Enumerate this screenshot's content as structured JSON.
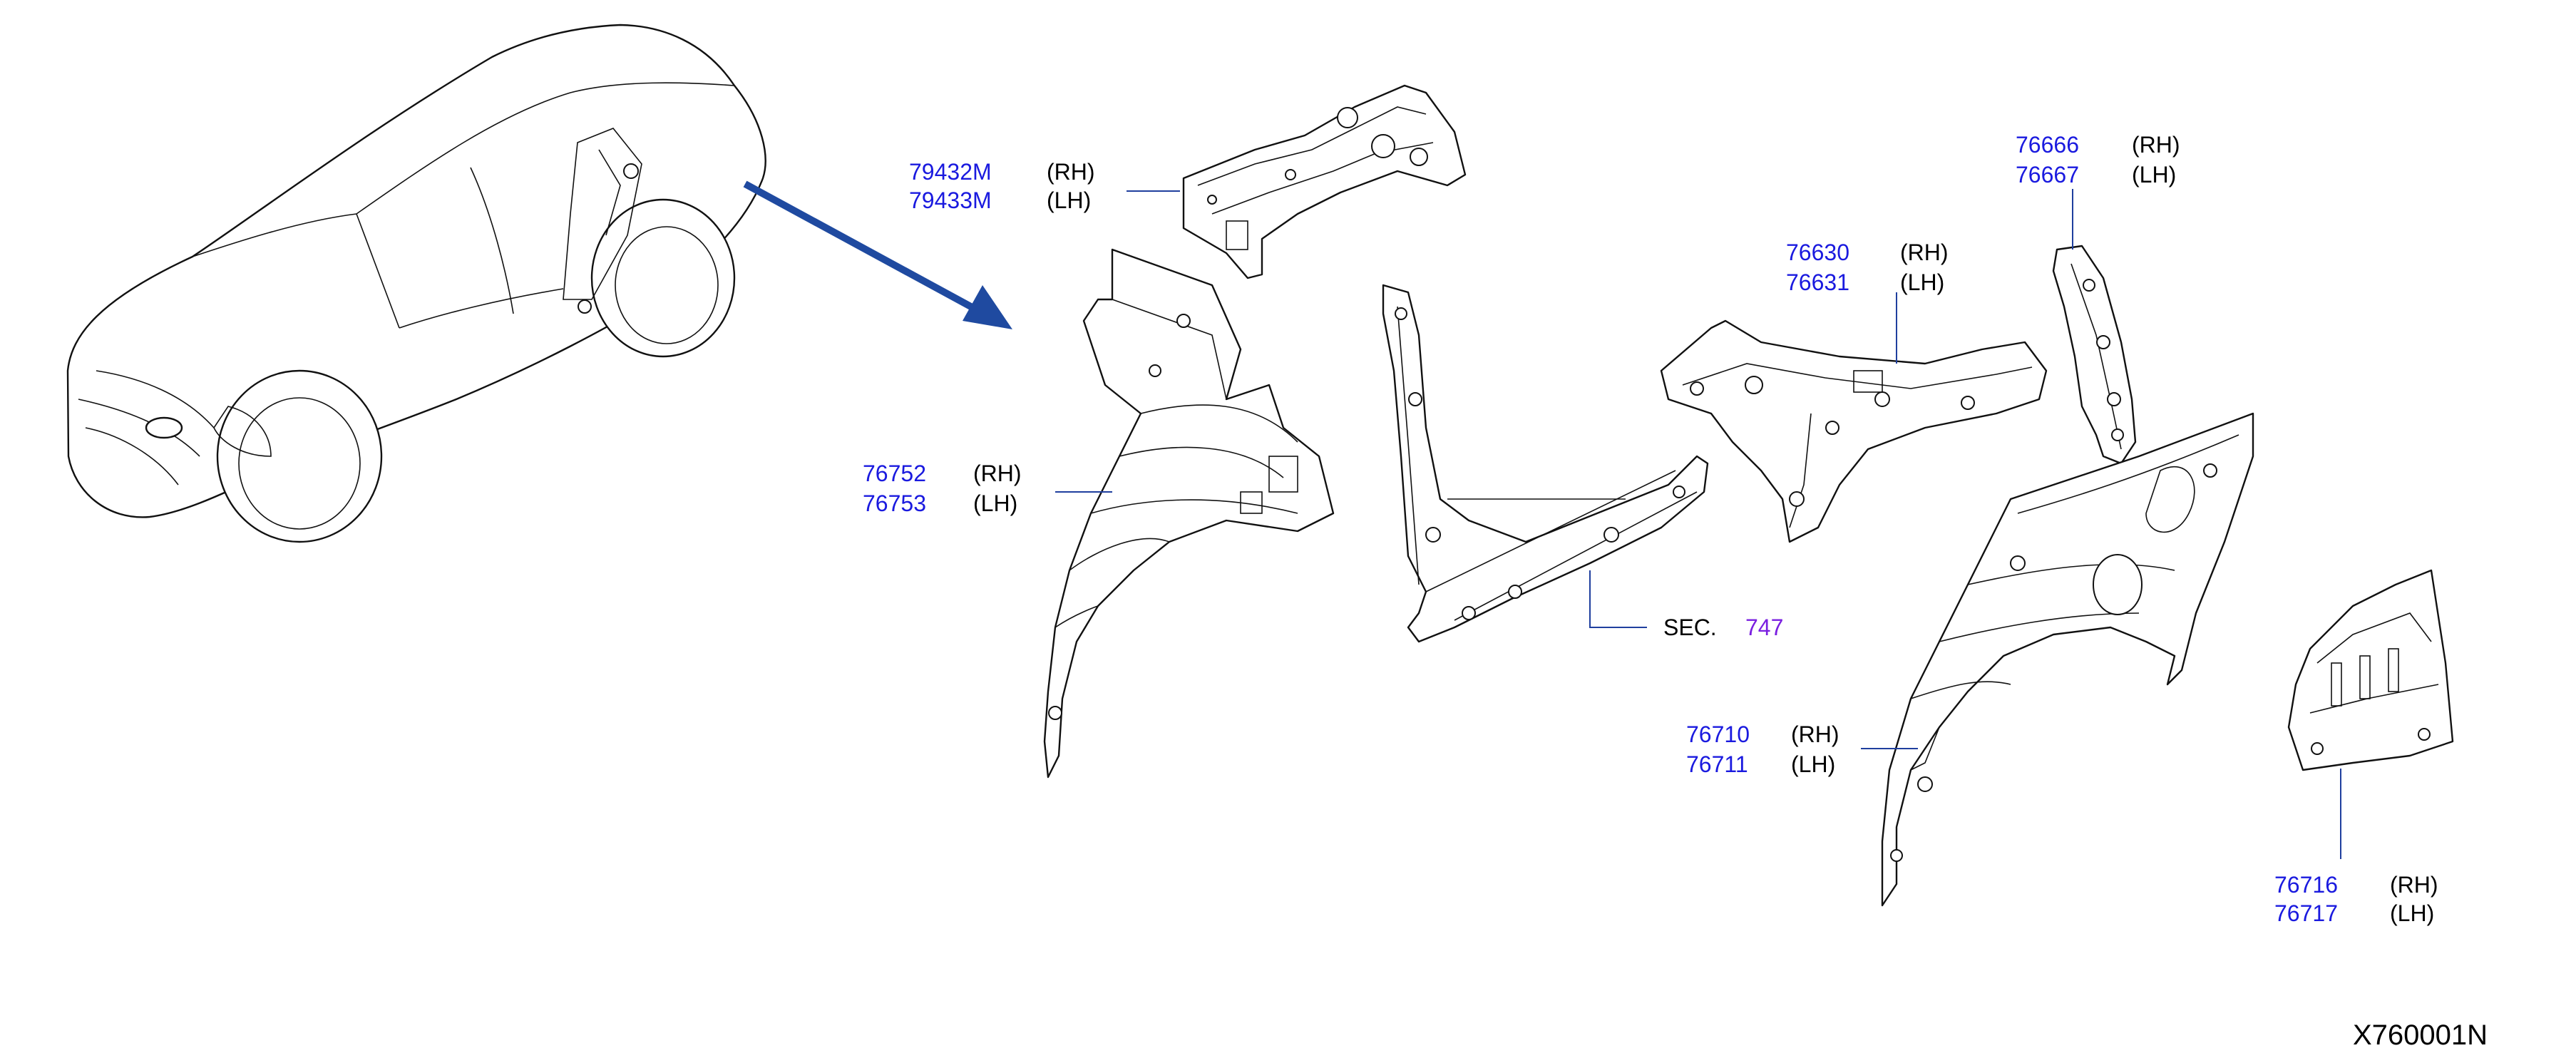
{
  "callouts": [
    {
      "rh": "79432M",
      "rh_side": "(RH)",
      "lh": "79433M",
      "lh_side": "(LH)"
    },
    {
      "rh": "76752",
      "rh_side": "(RH)",
      "lh": "76753",
      "lh_side": "(LH)"
    },
    {
      "rh": "76630",
      "rh_side": "(RH)",
      "lh": "76631",
      "lh_side": "(LH)"
    },
    {
      "rh": "76666",
      "rh_side": "(RH)",
      "lh": "76667",
      "lh_side": "(LH)"
    },
    {
      "rh": "76710",
      "rh_side": "(RH)",
      "lh": "76711",
      "lh_side": "(LH)"
    },
    {
      "rh": "76716",
      "rh_side": "(RH)",
      "lh": "76717",
      "lh_side": "(LH)"
    }
  ],
  "section_ref": {
    "label": "SEC.",
    "number": "747"
  },
  "diagram_code": "X760001N",
  "colors": {
    "part_number": "#1a1adf",
    "section_number": "#7a1fe0",
    "arrow": "#1f4aa0",
    "line": "#111111"
  }
}
